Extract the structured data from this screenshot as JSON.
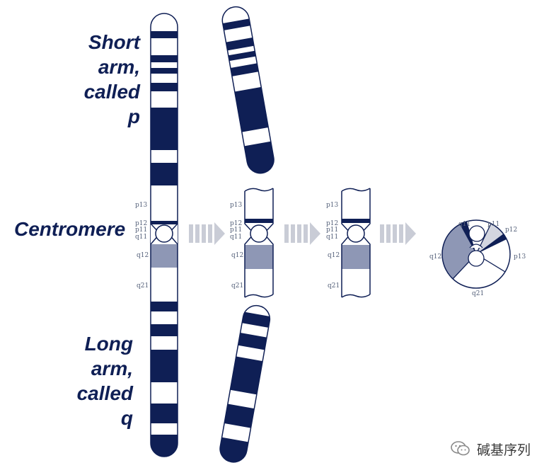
{
  "labels": {
    "short_arm": [
      "Short",
      "arm,",
      "called",
      "p"
    ],
    "long_arm": [
      "Long",
      "arm,",
      "called",
      "q"
    ],
    "centromere": "Centromere"
  },
  "bands": {
    "p13": "p13",
    "p12": "p12",
    "p11": "p11",
    "q11": "q11",
    "q12": "q12",
    "q21": "q21"
  },
  "watermark": {
    "text": "碱基序列",
    "icon": "wechat-icon"
  },
  "colors": {
    "dark_band": "#0f1f55",
    "grey_band": "#8e97b5",
    "light_grey_band": "#d3d6e0",
    "outline": "#0f1f55",
    "arrow": "#c9ccd6"
  }
}
